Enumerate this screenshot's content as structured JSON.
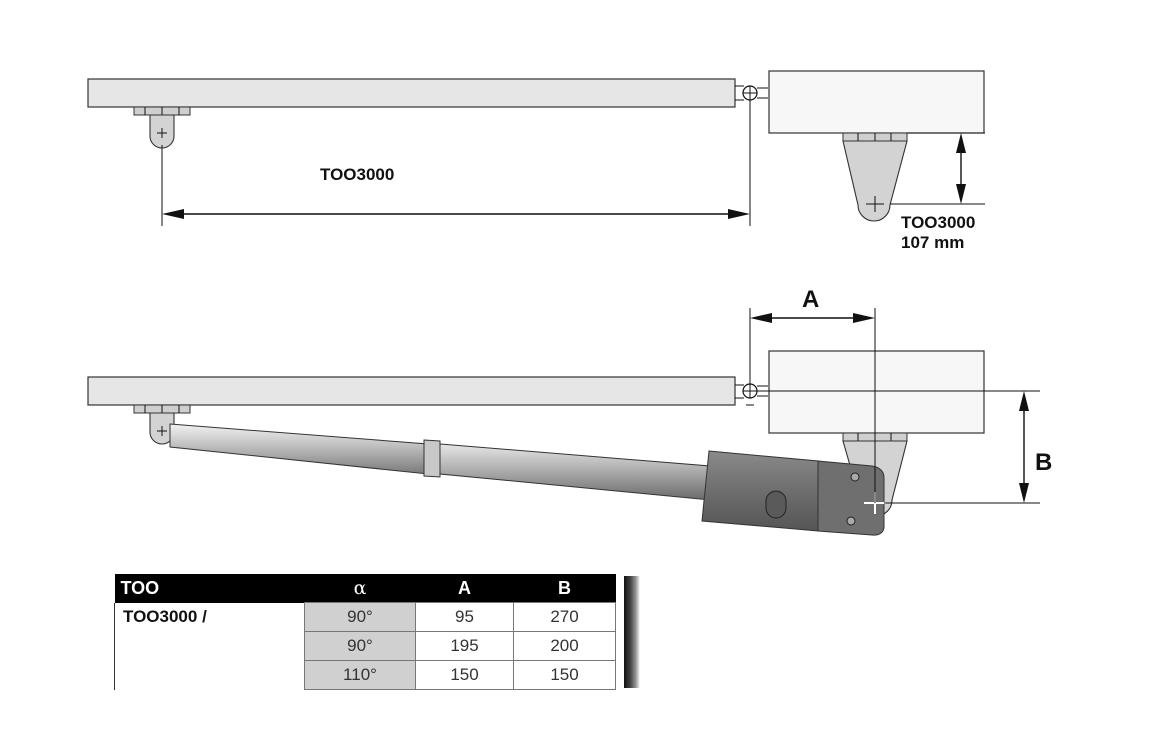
{
  "top_view": {
    "length_label": "TOO3000",
    "offset_model": "TOO3000",
    "offset_value": "107 mm"
  },
  "bottom_view": {
    "dim_a_label": "A",
    "dim_b_label": "B"
  },
  "table": {
    "headers": [
      "TOO",
      "α",
      "A",
      "B"
    ],
    "model": "TOO3000 /",
    "rows": [
      {
        "angle": "90°",
        "a": "95",
        "b": "270"
      },
      {
        "angle": "90°",
        "a": "195",
        "b": "200"
      },
      {
        "angle": "110°",
        "a": "150",
        "b": "150"
      }
    ]
  }
}
